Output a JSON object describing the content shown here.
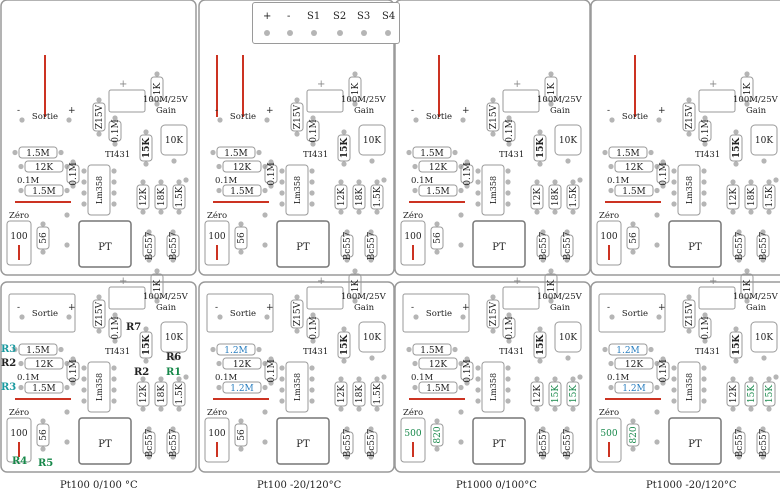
{
  "header": {
    "pins": [
      "+",
      "-",
      "S1",
      "S2",
      "S3",
      "S4"
    ]
  },
  "board_labels": {
    "minus": "-",
    "plus": "+",
    "sortie": "Sortie",
    "z15v": "Z15V",
    "r1k": "1K",
    "cap": "100M/25V",
    "gain": "Gain",
    "r01m": "0.1M",
    "r15k": "15K",
    "r10k": "10K",
    "tl431": "TI431",
    "lm358": "Lm358",
    "r12k": "12K",
    "r15k_small": "1.5K",
    "zero": "Zéro",
    "r100": "100",
    "r56": "56",
    "pt": "PT",
    "bc557": "Bc557"
  },
  "top_row": [
    {
      "r_a": "1.5M",
      "r_b": "12K",
      "r_c": "1.5M",
      "trim": "100",
      "r56": "56",
      "s1": "12K",
      "s2": "18K",
      "s3": "1.5K"
    },
    {
      "r_a": "1.5M",
      "r_b": "12K",
      "r_c": "1.5M",
      "trim": "100",
      "r56": "56",
      "s1": "12K",
      "s2": "18K",
      "s3": "1.5K"
    },
    {
      "r_a": "1.5M",
      "r_b": "12K",
      "r_c": "1.5M",
      "trim": "100",
      "r56": "56",
      "s1": "12K",
      "s2": "18K",
      "s3": "1.5K"
    },
    {
      "r_a": "1.5M",
      "r_b": "12K",
      "r_c": "1.5M",
      "trim": "100",
      "r56": "56",
      "s1": "12K",
      "s2": "18K",
      "s3": "1.5K"
    }
  ],
  "bottom_row": [
    {
      "caption": "Pt100 0/100 °C",
      "r_a": "1.5M",
      "r_b": "12K",
      "r_c": "1.5M",
      "trim": "100",
      "r56": "56",
      "s1": "12K",
      "s2": "18K",
      "s3": "1.5K"
    },
    {
      "caption": "Pt100 -20/120°C",
      "r_a": "1.2M",
      "r_b": "12K",
      "r_c": "1.2M",
      "trim": "100",
      "r56": "56",
      "s1": "12K",
      "s2": "18K",
      "s3": "1.5K"
    },
    {
      "caption": "Pt1000 0/100°C",
      "r_a": "1.5M",
      "r_b": "12K",
      "r_c": "1.5M",
      "trim": "500",
      "r56": "820",
      "s1": "12K",
      "s2": "15K",
      "s3": "15K"
    },
    {
      "caption": "Pt1000 -20/120°C",
      "r_a": "1.2M",
      "r_b": "12K",
      "r_c": "1.2M",
      "trim": "500",
      "r56": "820",
      "s1": "12K",
      "s2": "15K",
      "s3": "15K"
    }
  ],
  "designators": [
    "R3",
    "R2",
    "R3",
    "R7",
    "R6",
    "R2",
    "R1",
    "R4",
    "R5"
  ],
  "colors": {
    "trace": "#cc3322",
    "blue_value": "#2b7fc0",
    "green_value": "#17884a",
    "teal_label": "#1a9aa0",
    "outline": "#9a9a9a",
    "pad": "#b5b5b5"
  }
}
